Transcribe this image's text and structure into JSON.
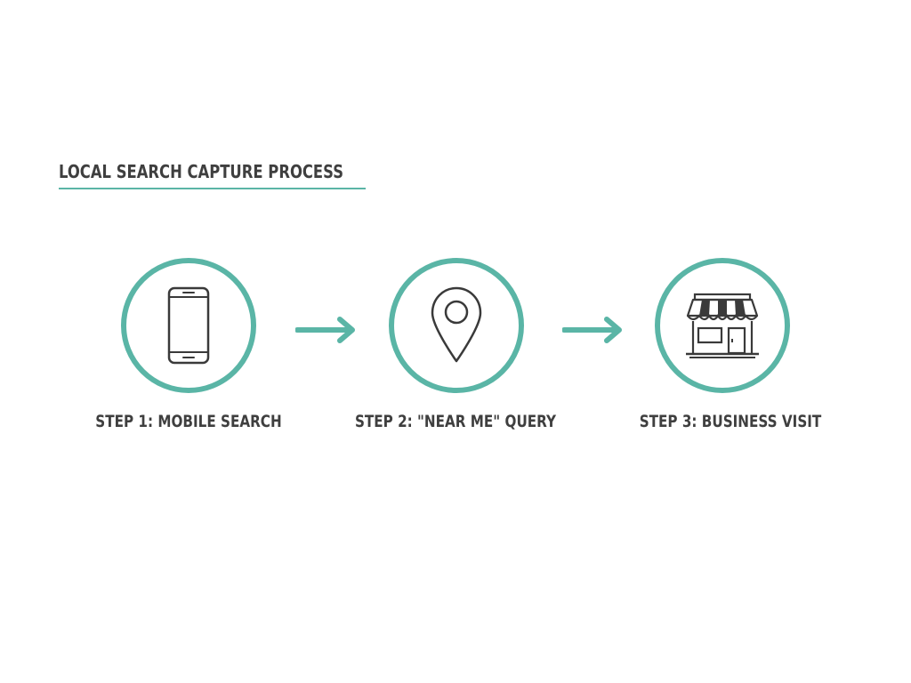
{
  "title": "LOCAL SEARCH CAPTURE PROCESS",
  "colors": {
    "accent": "#5ab5a6",
    "text": "#3f3f3f",
    "icon_stroke": "#3a3a3a"
  },
  "steps": [
    {
      "label": "STEP 1: MOBILE SEARCH",
      "icon": "smartphone-icon"
    },
    {
      "label": "STEP 2: \"NEAR ME\" QUERY",
      "icon": "map-pin-icon"
    },
    {
      "label": "STEP 3: BUSINESS VISIT",
      "icon": "storefront-icon"
    }
  ]
}
